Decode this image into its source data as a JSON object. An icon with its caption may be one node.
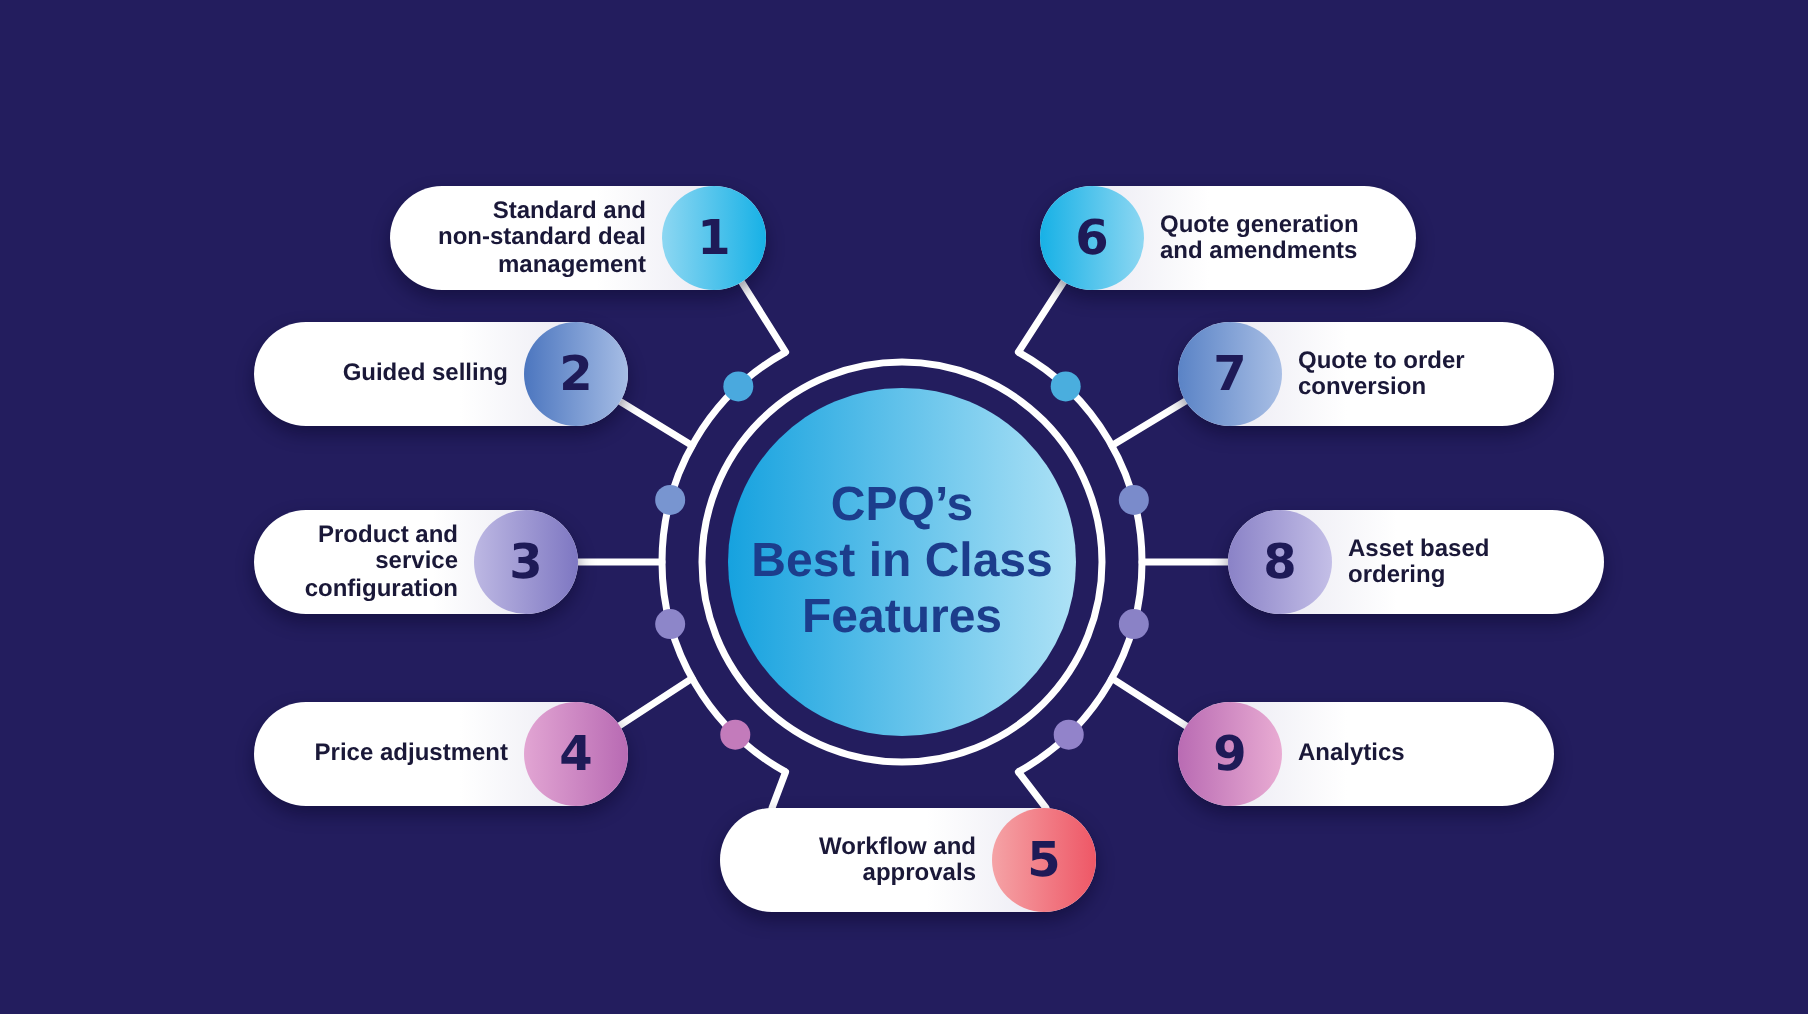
{
  "diagram": {
    "nodes": [
      {
        "text": [
          "CPQ’s Best in Class Features"
        ]
      },
      {
        "text": [
          "Standard and non-standard deal management",
          "1"
        ]
      },
      {
        "text": [
          "Guided selling",
          "2"
        ]
      },
      {
        "text": [
          "Product and service configuration",
          "3"
        ]
      },
      {
        "text": [
          "Price adjustment",
          "4"
        ]
      },
      {
        "text": [
          "Workflow and approvals",
          "5"
        ]
      },
      {
        "text": [
          "6",
          "Quote generation and amendments"
        ]
      },
      {
        "text": [
          "7",
          "Quote to order conversion"
        ]
      },
      {
        "text": [
          "8",
          "Asset based ordering"
        ]
      },
      {
        "text": [
          "9",
          "Analytics"
        ]
      }
    ],
    "edges": [
      {
        "from": 0,
        "to": 1,
        "arrow": "none"
      },
      {
        "from": 0,
        "to": 2,
        "arrow": "none"
      },
      {
        "from": 0,
        "to": 3,
        "arrow": "none"
      },
      {
        "from": 0,
        "to": 4,
        "arrow": "none"
      },
      {
        "from": 0,
        "to": 5,
        "arrow": "none"
      },
      {
        "from": 0,
        "to": 5,
        "arrow": "none"
      },
      {
        "from": 0,
        "to": 6,
        "arrow": "none"
      },
      {
        "from": 0,
        "to": 7,
        "arrow": "none"
      },
      {
        "from": 0,
        "to": 8,
        "arrow": "none"
      },
      {
        "from": 0,
        "to": 9,
        "arrow": "none"
      }
    ]
  }
}
